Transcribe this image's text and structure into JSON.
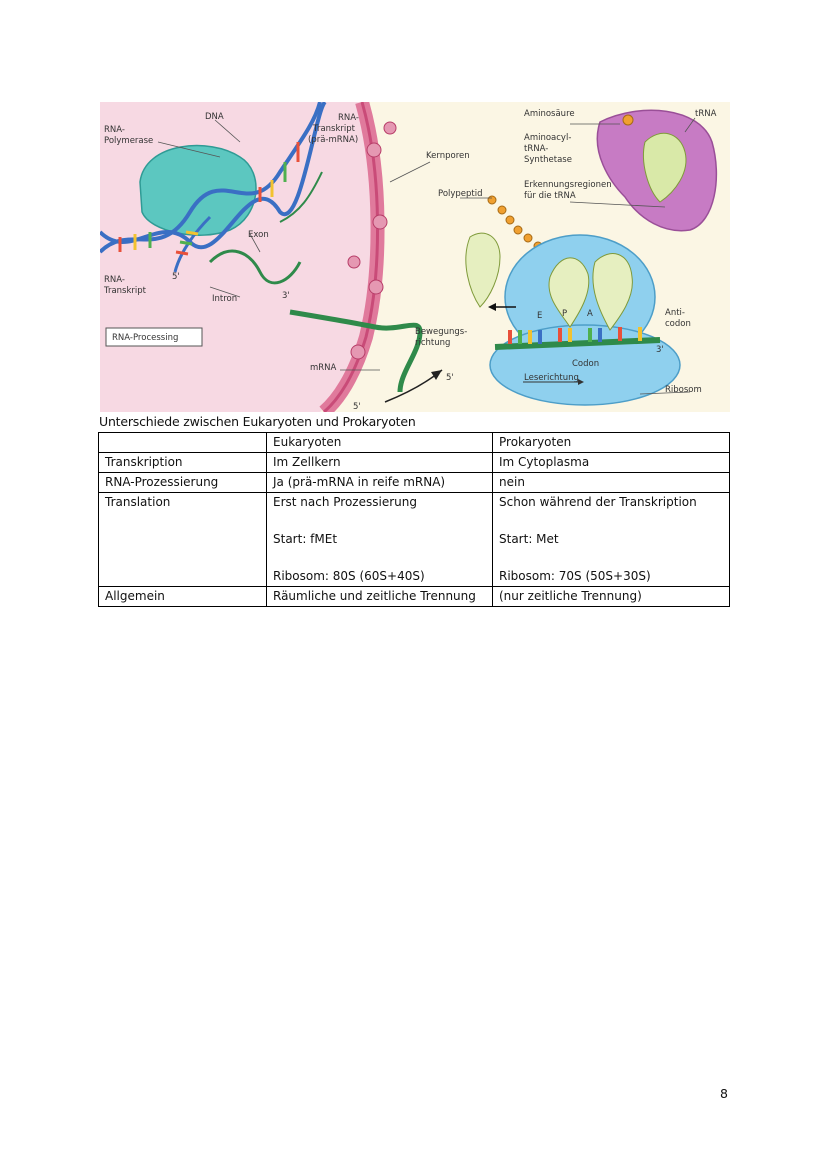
{
  "figure": {
    "labels": {
      "dna": "DNA",
      "rna_polymerase": [
        "RNA-",
        "Polymerase"
      ],
      "rna_transcript_pre": [
        "RNA-",
        "Transkript",
        "(prä-mRNA)"
      ],
      "kernporen": "Kernporen",
      "exon": "Exon",
      "rna_transcript": [
        "RNA-",
        "Transkript"
      ],
      "intron": "Intron",
      "rna_processing": "RNA-Processing",
      "mrna": "mRNA",
      "aminosaeure": "Aminosäure",
      "trna": "tRNA",
      "synthetase": [
        "Aminoacyl-",
        "tRNA-",
        "Synthetase"
      ],
      "erkennung": [
        "Erkennungsregionen",
        "für die tRNA"
      ],
      "polypeptid": "Polypeptid",
      "anticodon": [
        "Anti-",
        "codon"
      ],
      "bewegung": [
        "Bewegungs-",
        "richtung"
      ],
      "codon": "Codon",
      "leserichtung": "Leserichtung",
      "ribosom": "Ribosom",
      "site_e": "E",
      "site_p": "P",
      "site_a": "A",
      "five_prime": "5'",
      "three_prime": "3'"
    }
  },
  "caption": "Unterschiede zwischen Eukaryoten und Prokaryoten",
  "table": {
    "header": [
      "",
      "Eukaryoten",
      "Prokaryoten"
    ],
    "rows": [
      {
        "label": "Transkription",
        "euk": [
          "Im Zellkern"
        ],
        "pro": [
          "Im Cytoplasma"
        ]
      },
      {
        "label": "RNA-Prozessierung",
        "euk": [
          "Ja (prä-mRNA in reife mRNA)"
        ],
        "pro": [
          "nein"
        ]
      },
      {
        "label": "Translation",
        "euk": [
          "Erst nach Prozessierung",
          "Start: fMEt",
          "Ribosom: 80S (60S+40S)"
        ],
        "pro": [
          "Schon während der Transkription",
          "Start: Met",
          "Ribosom: 70S (50S+30S)"
        ]
      },
      {
        "label": "Allgemein",
        "euk": [
          "Räumliche und zeitliche Trennung"
        ],
        "pro": [
          "(nur zeitliche Trennung)"
        ]
      }
    ]
  },
  "page_number": "8"
}
